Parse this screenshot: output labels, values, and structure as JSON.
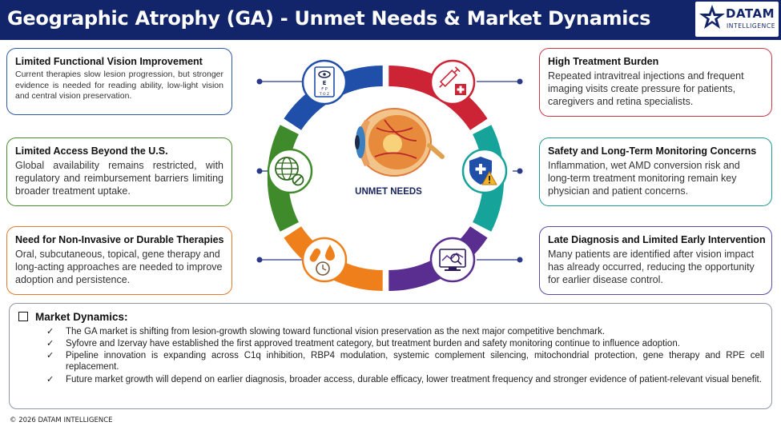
{
  "header": {
    "title": "Geographic Atrophy (GA) - Unmet Needs & Market Dynamics",
    "logo_name": "DATAM",
    "logo_sub": "INTELLIGENCE"
  },
  "center_label": "UNMET NEEDS",
  "colors": {
    "navy": "#12256b",
    "blue": "#1f4fa8",
    "green": "#3f8a2a",
    "orange": "#ef7f1a",
    "red": "#cc2434",
    "teal": "#16a39a",
    "purple": "#5a2d91"
  },
  "cards": {
    "functional": {
      "title": "Limited Functional Vision Improvement",
      "body": "Current therapies slow lesion progression, but stronger evidence is needed for reading ability, low-light vision and central vision preservation.",
      "icon": "eye-chart-icon"
    },
    "access": {
      "title": "Limited Access Beyond the U.S.",
      "body": "Global availability remains restricted, with regulatory and reimbursement barriers limiting broader treatment uptake.",
      "icon": "globe-restricted-icon"
    },
    "noninvasive": {
      "title": "Need for Non-Invasive or Durable Therapies",
      "body": "Oral, subcutaneous, topical, gene therapy and long-acting approaches are needed to improve adoption and persistence.",
      "icon": "pills-clock-icon"
    },
    "burden": {
      "title": "High Treatment Burden",
      "body": "Repeated intravitreal injections and frequent imaging visits create pressure for patients, caregivers and retina specialists.",
      "icon": "syringe-hospital-icon"
    },
    "safety": {
      "title": "Safety and Long-Term Monitoring Concerns",
      "body": "Inflammation, wet AMD conversion risk and long-term treatment monitoring remain key physician and patient concerns.",
      "icon": "shield-warning-icon"
    },
    "diagnosis": {
      "title": "Late Diagnosis and Limited Early Intervention",
      "body": "Many patients are identified after vision impact has already occurred, reducing the opportunity for earlier disease control.",
      "icon": "scan-monitor-icon"
    }
  },
  "market": {
    "heading": "Market Dynamics:",
    "items": [
      "The GA market is shifting from lesion-growth slowing toward functional vision preservation as the next major competitive benchmark.",
      "Syfovre and Izervay have established the first approved treatment category, but treatment burden and safety monitoring continue to influence adoption.",
      "Pipeline innovation is expanding across C1q inhibition, RBP4 modulation, systemic complement silencing, mitochondrial protection, gene therapy and RPE cell replacement.",
      "Future market growth will depend on earlier diagnosis, broader access, durable efficacy, lower treatment frequency and stronger evidence of patient-relevant visual benefit."
    ]
  },
  "footer": "© 2026 DATAM INTELLIGENCE"
}
